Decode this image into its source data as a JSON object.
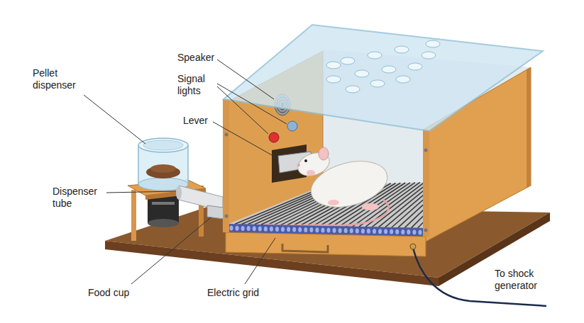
{
  "diagram": {
    "labels": [
      "Speaker",
      "Signal lights",
      "Lever",
      "Pellet dispenser",
      "Dispenser tube",
      "Food cup",
      "Electric grid",
      "To shock generator"
    ]
  }
}
